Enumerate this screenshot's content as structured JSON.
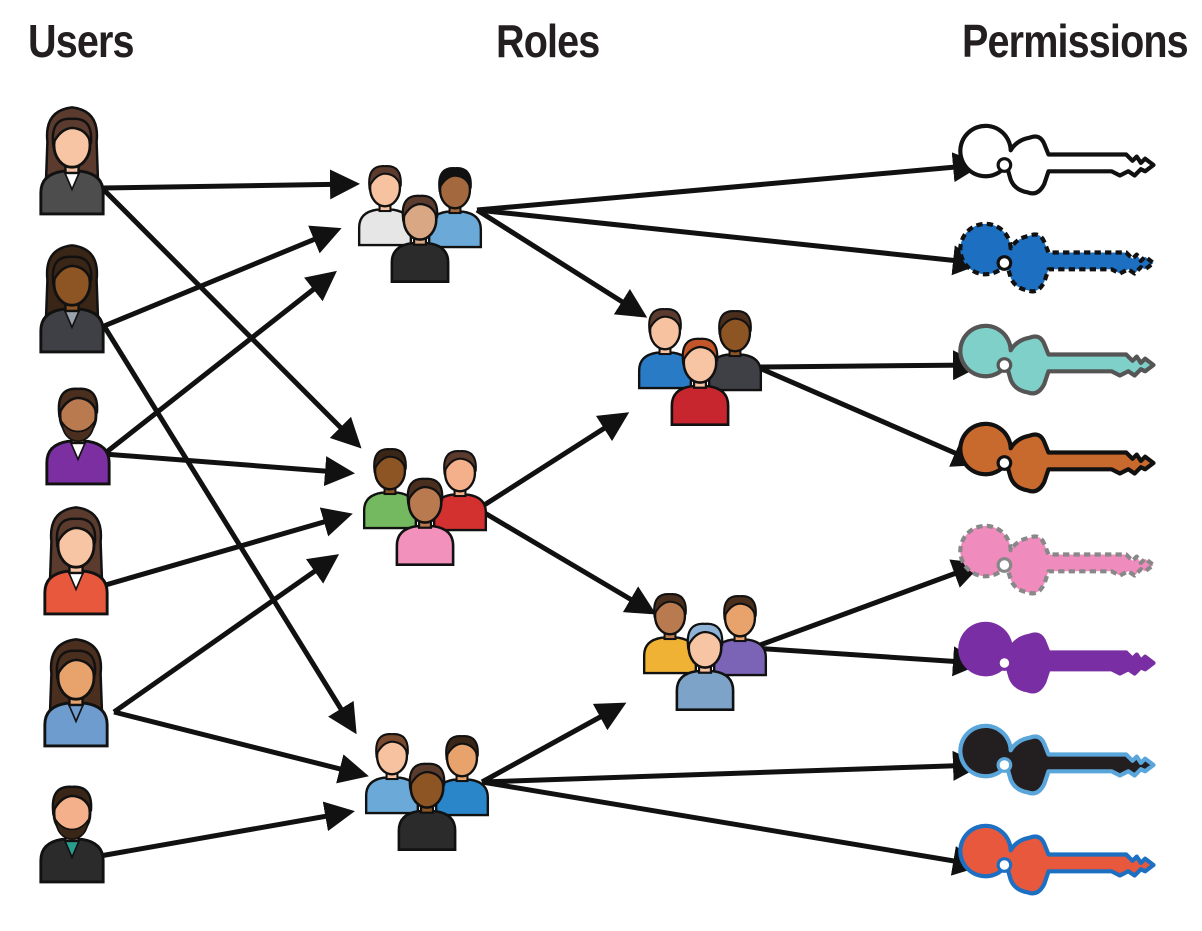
{
  "headings": {
    "users": "Users",
    "roles": "Roles",
    "permissions": "Permissions"
  },
  "users": [
    {
      "id": "u1",
      "hair": "#5a3b2e",
      "skin": "#f8c5a4",
      "top": "#4d4d4d",
      "inner": "#ffffff",
      "long_hair": true
    },
    {
      "id": "u2",
      "hair": "#3a2616",
      "skin": "#8d5524",
      "top": "#3f3f46",
      "inner": "#9aa3ad",
      "long_hair": true
    },
    {
      "id": "u3",
      "hair": "#4a2e1e",
      "skin": "#b97a4f",
      "top": "#7b2fa0",
      "inner": "#ffffff",
      "long_hair": false,
      "beard": true
    },
    {
      "id": "u4",
      "hair": "#5a3b2e",
      "skin": "#f8c5a4",
      "top": "#e8583c",
      "inner": "#ffffff",
      "long_hair": true
    },
    {
      "id": "u5",
      "hair": "#4a2e1e",
      "skin": "#e8a26b",
      "top": "#6f9ccf",
      "inner": "#6f9ccf",
      "long_hair": true
    },
    {
      "id": "u6",
      "hair": "#3a2616",
      "skin": "#f4b08a",
      "top": "#2b2b2b",
      "inner": "#2a9d8f",
      "long_hair": false,
      "beard": true
    }
  ],
  "roles": [
    {
      "id": "r1",
      "people": [
        {
          "hair": "#5a3b2e",
          "skin": "#f6c2a0",
          "top": "#e6e6e6"
        },
        {
          "hair": "#111111",
          "skin": "#a4683e",
          "top": "#6aa9d8"
        },
        {
          "hair": "#5a3b2e",
          "skin": "#d9a783",
          "top": "#2b2b2b"
        }
      ]
    },
    {
      "id": "r2",
      "people": [
        {
          "hair": "#3a2616",
          "skin": "#8d5524",
          "top": "#74b95f"
        },
        {
          "hair": "#5a3b2e",
          "skin": "#f4b08a",
          "top": "#d2312f"
        },
        {
          "hair": "#4a2e1e",
          "skin": "#b97a4f",
          "top": "#f291bb"
        }
      ]
    },
    {
      "id": "r3",
      "people": [
        {
          "hair": "#7a4a2e",
          "skin": "#f6c2a0",
          "top": "#6aa9d8"
        },
        {
          "hair": "#3a2616",
          "skin": "#e8a26b",
          "top": "#2a86c8"
        },
        {
          "hair": "#5a3b2e",
          "skin": "#8d5524",
          "top": "#2b2b2b"
        }
      ]
    },
    {
      "id": "r4",
      "people": [
        {
          "hair": "#5a3b2e",
          "skin": "#f6c2a0",
          "top": "#2a7bc6"
        },
        {
          "hair": "#4a2e1e",
          "skin": "#8d5524",
          "top": "#3f3f46"
        },
        {
          "hair": "#c2562a",
          "skin": "#f8c5a4",
          "top": "#c8262e"
        }
      ]
    },
    {
      "id": "r5",
      "people": [
        {
          "hair": "#4a2e1e",
          "skin": "#b97a4f",
          "top": "#f0b234"
        },
        {
          "hair": "#4a2e1e",
          "skin": "#e8a26b",
          "top": "#7b63b6"
        },
        {
          "hair": "#8fb3d6",
          "skin": "#f8c5a4",
          "top": "#7da3c8"
        }
      ]
    }
  ],
  "permissions": [
    {
      "id": "k1",
      "fill": "#ffffff",
      "stroke": "#111111",
      "dashed": false
    },
    {
      "id": "k2",
      "fill": "#1d6fc2",
      "stroke": "#111111",
      "dashed": true
    },
    {
      "id": "k3",
      "fill": "#7fd0c8",
      "stroke": "#555555",
      "dashed": false
    },
    {
      "id": "k4",
      "fill": "#c8692e",
      "stroke": "#111111",
      "dashed": false
    },
    {
      "id": "k5",
      "fill": "#f08bbd",
      "stroke": "#888888",
      "dashed": true
    },
    {
      "id": "k6",
      "fill": "#7a2ea3",
      "stroke": "#7a2ea3",
      "dashed": false
    },
    {
      "id": "k7",
      "fill": "#231f20",
      "stroke": "#5aa6db",
      "dashed": false
    },
    {
      "id": "k8",
      "fill": "#e8583c",
      "stroke": "#1d6fc2",
      "dashed": false
    }
  ],
  "edges": [
    [
      "u1",
      "r1"
    ],
    [
      "u1",
      "r2"
    ],
    [
      "u2",
      "r1"
    ],
    [
      "u2",
      "r3"
    ],
    [
      "u3",
      "r1"
    ],
    [
      "u3",
      "r2"
    ],
    [
      "u4",
      "r2"
    ],
    [
      "u5",
      "r2"
    ],
    [
      "u5",
      "r3"
    ],
    [
      "u6",
      "r3"
    ],
    [
      "r1",
      "k1"
    ],
    [
      "r1",
      "k2"
    ],
    [
      "r1",
      "r4"
    ],
    [
      "r2",
      "r4"
    ],
    [
      "r2",
      "r5"
    ],
    [
      "r4",
      "k3"
    ],
    [
      "r4",
      "k4"
    ],
    [
      "r5",
      "k5"
    ],
    [
      "r5",
      "k6"
    ],
    [
      "r3",
      "r5"
    ],
    [
      "r3",
      "k7"
    ],
    [
      "r3",
      "k8"
    ]
  ]
}
